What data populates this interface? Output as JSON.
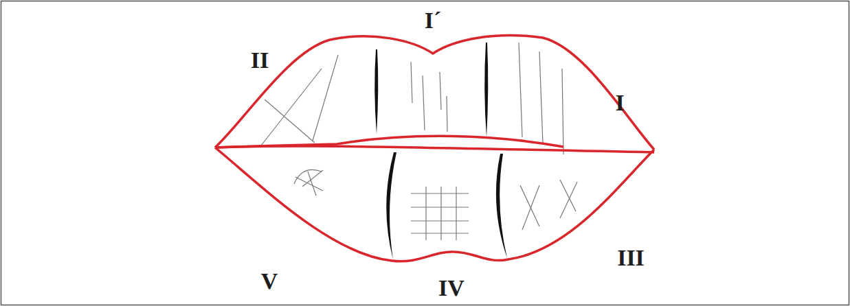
{
  "diagram": {
    "labels": [
      "I´",
      "II",
      "I",
      "V",
      "III",
      "IV"
    ]
  }
}
